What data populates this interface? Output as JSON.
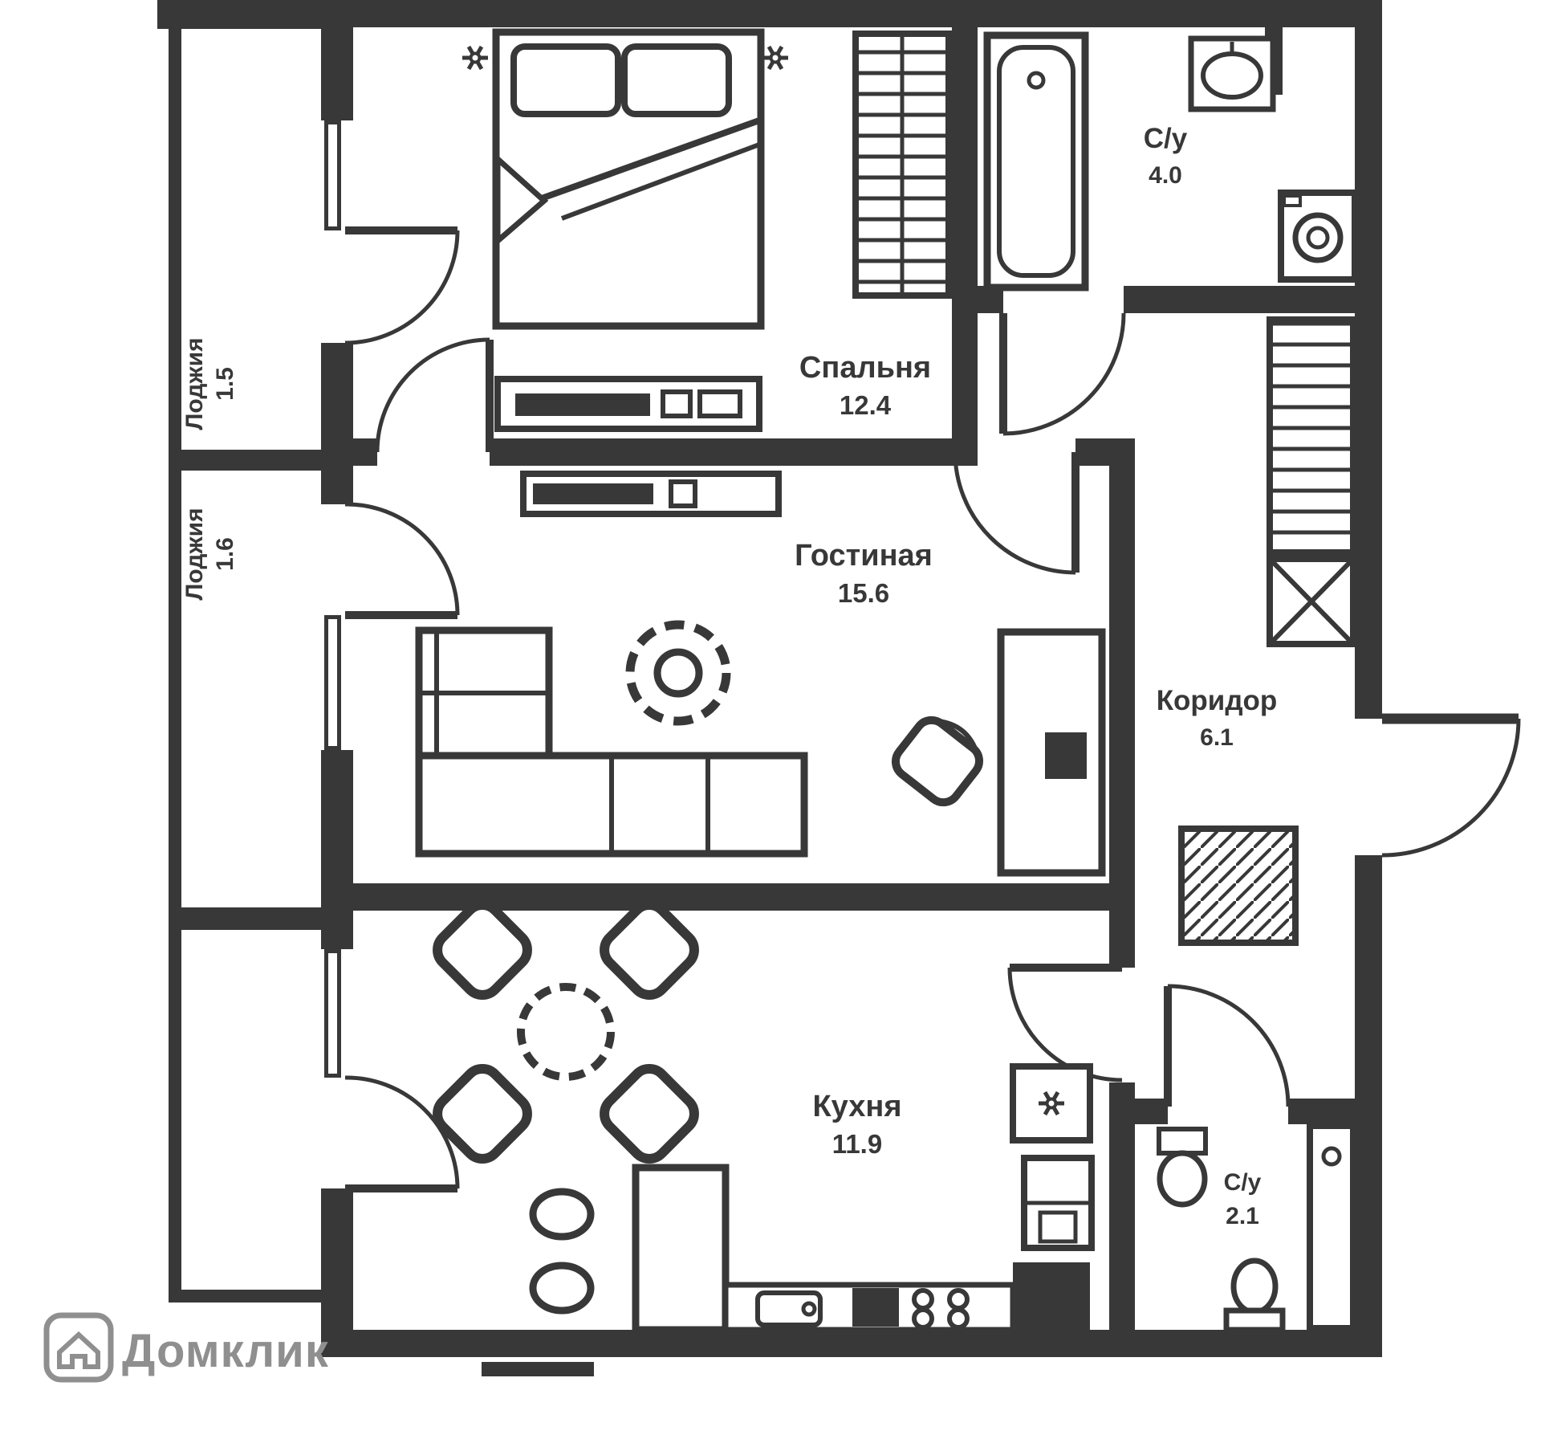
{
  "plan": {
    "rooms": {
      "bedroom": {
        "name": "Спальня",
        "area": "12.4"
      },
      "living": {
        "name": "Гостиная",
        "area": "15.6"
      },
      "kitchen": {
        "name": "Кухня",
        "area": "11.9"
      },
      "hallway": {
        "name": "Коридор",
        "area": "6.1"
      },
      "bathroom_top": {
        "name": "С/у",
        "area": "4.0"
      },
      "bathroom_bottom": {
        "name": "С/у",
        "area": "2.1"
      },
      "loggia_top": {
        "name": "Лоджия",
        "area": "1.5"
      },
      "loggia_middle": {
        "name": "Лоджия",
        "area": "1.6"
      }
    },
    "colors": {
      "ink": "#383838",
      "background": "#ffffff",
      "watermark": "#8f8f8f"
    }
  },
  "watermark": {
    "brand": "Домклик"
  }
}
